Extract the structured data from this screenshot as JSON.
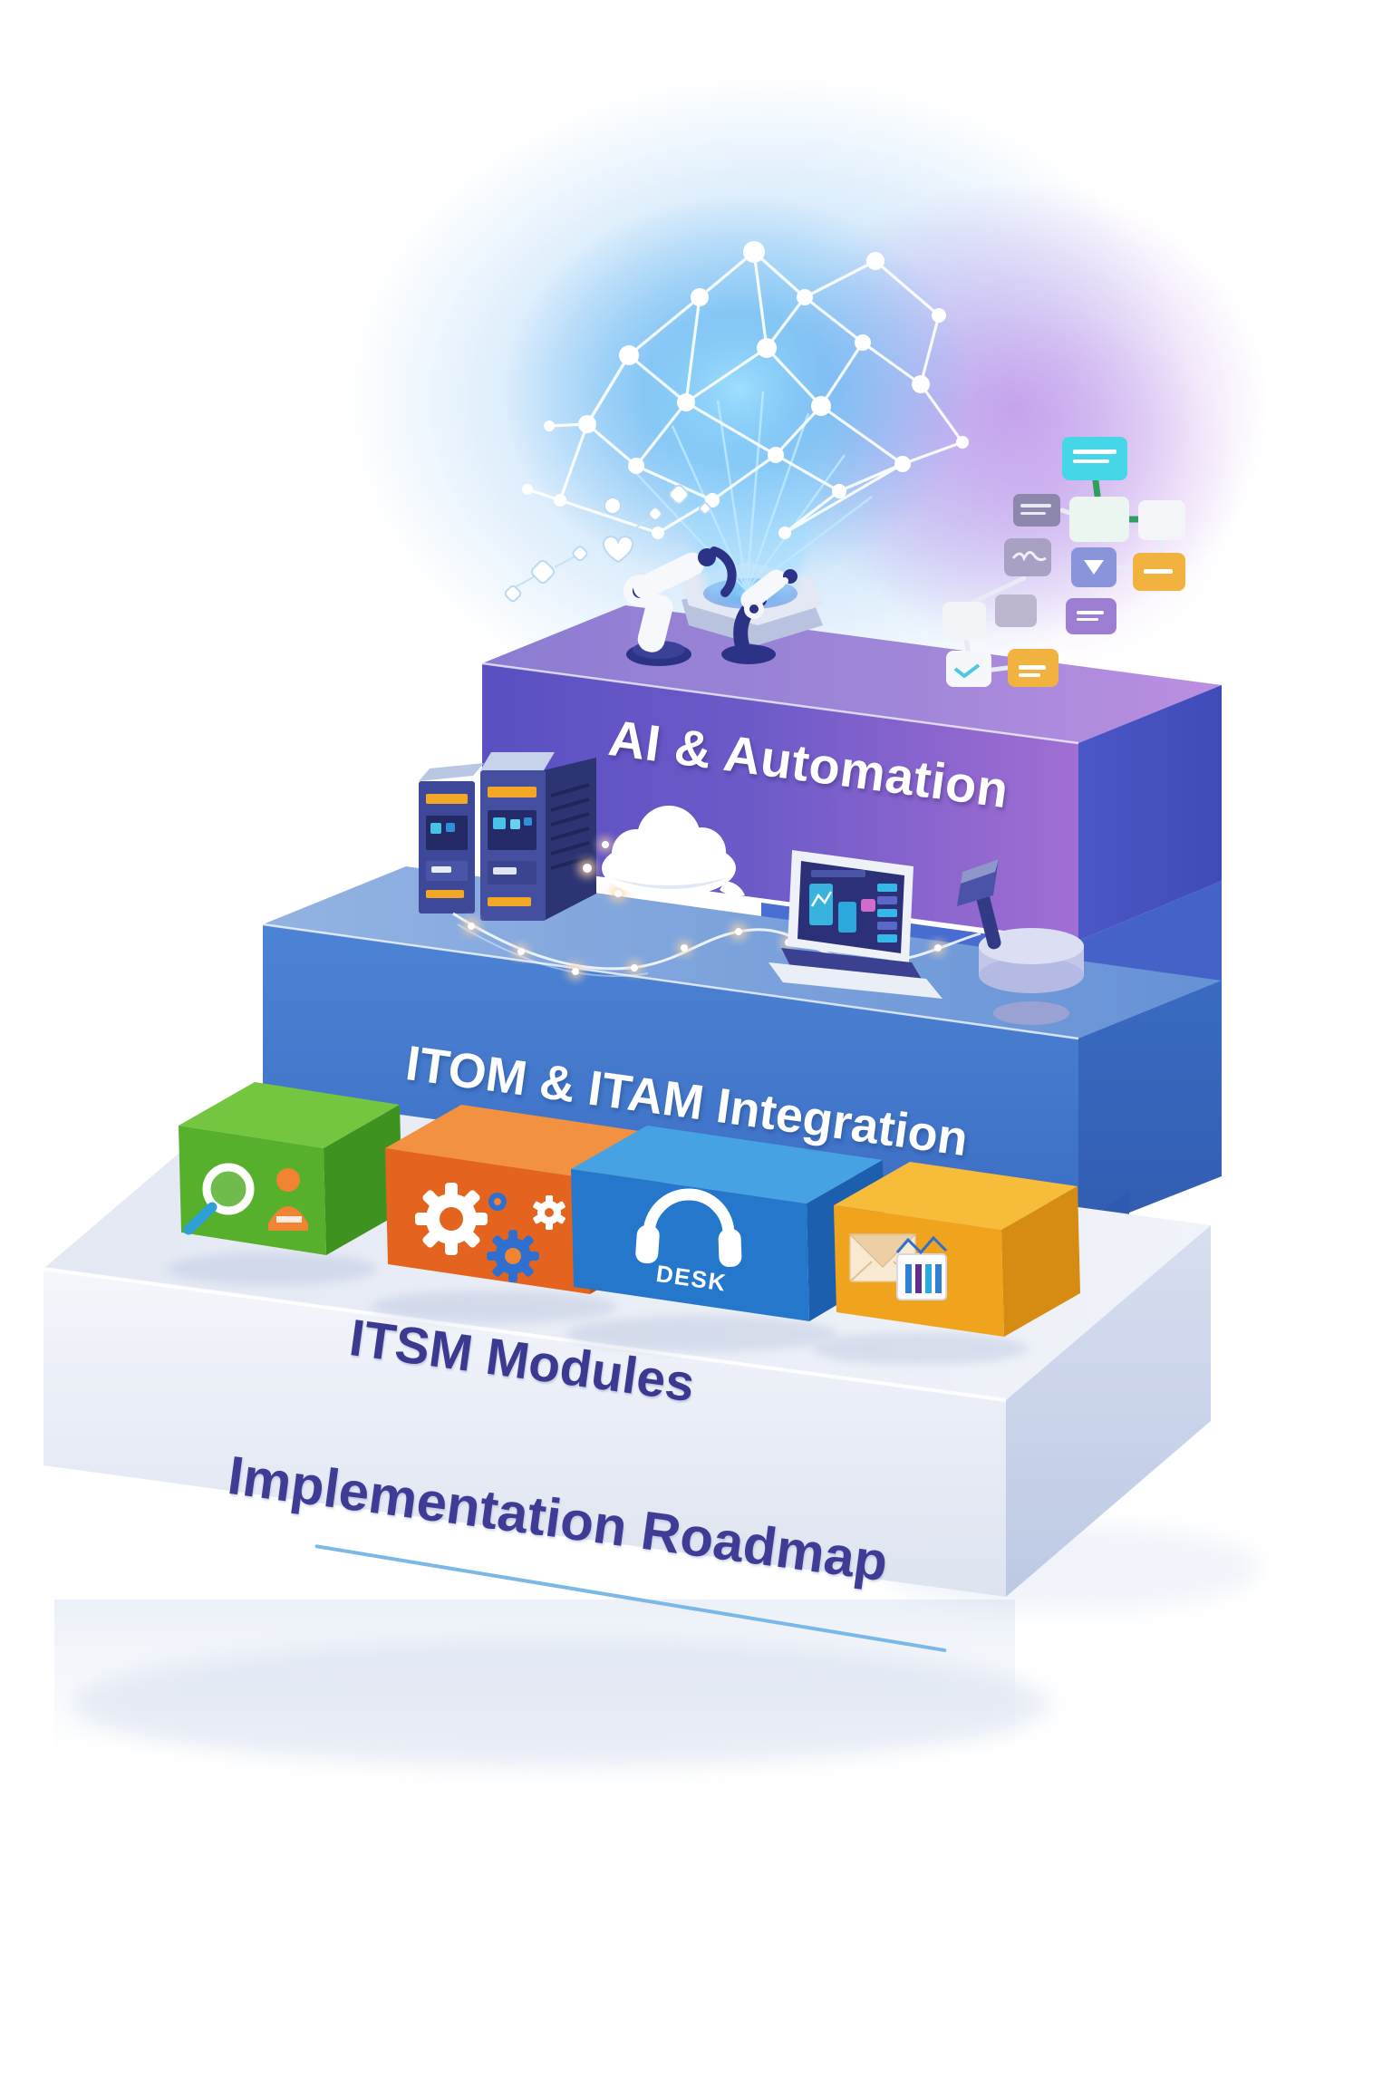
{
  "page": {
    "background": "#ffffff"
  },
  "diagram": {
    "type": "stacked-3d-roadmap",
    "title": {
      "text": "Implementation Roadmap",
      "color": "#3f3c96",
      "underline_color": "#7ab8e8"
    },
    "tiers": [
      {
        "id": "ai-automation",
        "label": "AI & Automation",
        "label_color": "#ffffff",
        "face_color": "#6a5cc8",
        "top_color": "#9f86d8",
        "side_color": "#4450c0",
        "decorations": [
          "robot-arm-icon",
          "neural-network-brain-icon",
          "flowchart-icon",
          "floating-shapes-icon",
          "hologram-pedestal-icon"
        ]
      },
      {
        "id": "itom-itam-integration",
        "label": "ITOM & ITAM Integration",
        "label_color": "#ffffff",
        "face_color": "#4478cc",
        "top_color": "#7da3da",
        "side_color": "#3766bd",
        "decorations": [
          "server-rack-icon",
          "cloud-icon",
          "glowing-wire-icon",
          "laptop-dashboard-icon",
          "lever-pedestal-icon"
        ]
      },
      {
        "id": "itsm-modules",
        "label": "ITSM Modules",
        "label_color": "#3c3a90",
        "face_color": "#eef1f8",
        "top_color": "#e6ebf5",
        "side_color": "#c8d4ea",
        "decorations": [
          "module-boxes"
        ]
      }
    ],
    "modules": [
      {
        "id": "discovery-module",
        "color": "#56b02c",
        "icons": [
          "magnifier-icon",
          "person-icon"
        ],
        "label": ""
      },
      {
        "id": "settings-module",
        "color": "#e4641f",
        "icons": [
          "gears-icon"
        ],
        "label": ""
      },
      {
        "id": "service-desk-module",
        "color": "#2577cb",
        "icons": [
          "headset-icon"
        ],
        "label": "DESK"
      },
      {
        "id": "mail-reports-module",
        "color": "#f0a41e",
        "icons": [
          "envelope-icon",
          "barcode-chart-icon"
        ],
        "label": ""
      }
    ],
    "glow_colors": {
      "blue": "#7fc0f2",
      "purple": "#c08ce8",
      "hologram": "#5ab4f2"
    }
  }
}
